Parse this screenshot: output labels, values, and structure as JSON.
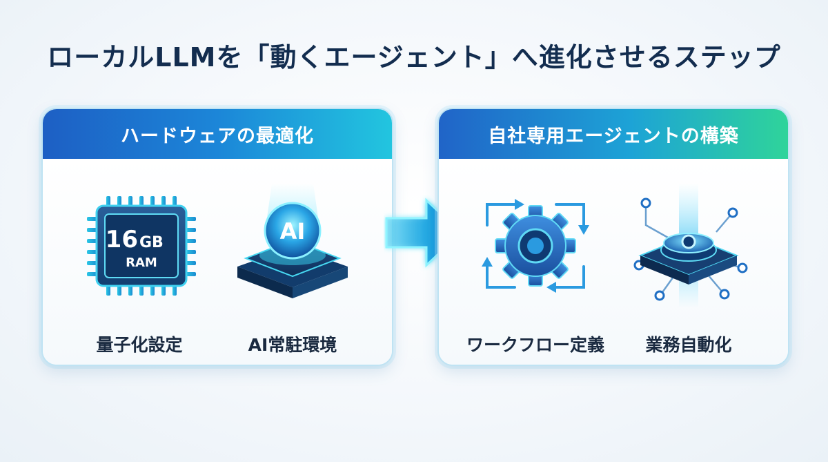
{
  "title": "ローカルLLMを「動くエージェント」へ進化させるステップ",
  "left_panel": {
    "header": "ハードウェアの最適化",
    "items": [
      {
        "label": "量子化設定",
        "icon": "memory-chip-icon",
        "chip_text_big": "16",
        "chip_text_unit": "GB",
        "chip_text_sub": "RAM"
      },
      {
        "label": "AI常駐環境",
        "icon": "ai-chip-icon",
        "chip_text": "AI"
      }
    ]
  },
  "right_panel": {
    "header": "自社専用エージェントの構築",
    "items": [
      {
        "label": "ワークフロー定義",
        "icon": "gear-cycle-icon"
      },
      {
        "label": "業務自動化",
        "icon": "automation-chip-icon"
      }
    ]
  },
  "colors": {
    "title": "#132d4f",
    "accent_blue": "#1d5fc4",
    "accent_cyan": "#22c5df",
    "accent_green": "#2fd49a"
  }
}
